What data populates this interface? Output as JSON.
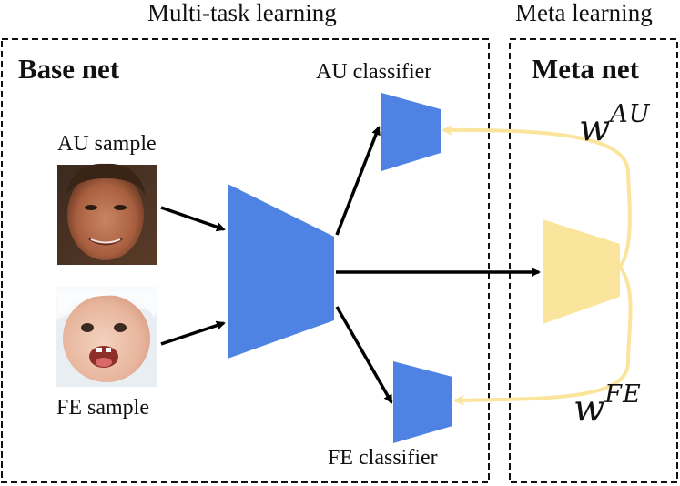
{
  "headers": {
    "multitask": "Multi-task learning",
    "meta": "Meta learning"
  },
  "boxes": {
    "base": {
      "title": "Base net"
    },
    "meta": {
      "title": "Meta net"
    }
  },
  "inputs": {
    "au_sample": "AU sample",
    "fe_sample": "FE sample"
  },
  "classifiers": {
    "au": "AU classifier",
    "fe": "FE classifier"
  },
  "weights": {
    "au": {
      "base": "w",
      "sup": "AU"
    },
    "fe": {
      "base": "w",
      "sup": "FE"
    }
  },
  "colors": {
    "network_blue": "#4E83E4",
    "meta_yellow": "#FBE49B",
    "arrow_black": "#000000",
    "feedback_yellow": "#FBE49B"
  }
}
